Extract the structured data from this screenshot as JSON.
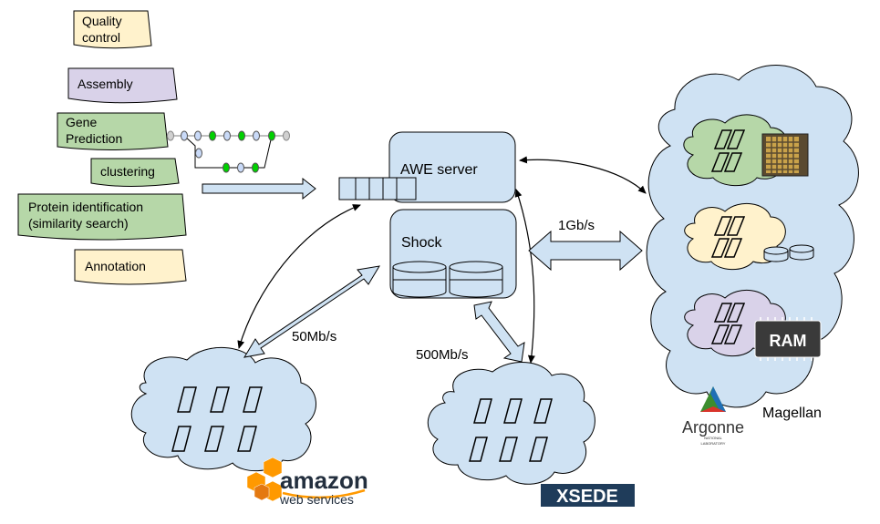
{
  "pipeline": {
    "steps": [
      {
        "lines": [
          "Quality",
          "control"
        ],
        "color": "#fff2cc"
      },
      {
        "lines": [
          "Assembly"
        ],
        "color": "#d9d2e9"
      },
      {
        "lines": [
          "Gene",
          "Prediction"
        ],
        "color": "#b6d7a8"
      },
      {
        "lines": [
          "clustering"
        ],
        "color": "#b6d7a8"
      },
      {
        "lines": [
          "Protein identification",
          "(similarity search)"
        ],
        "color": "#b6d7a8"
      },
      {
        "lines": [
          "Annotation"
        ],
        "color": "#fff2cc"
      }
    ]
  },
  "servers": {
    "awe": "AWE server",
    "shock": "Shock"
  },
  "links": {
    "magellan": "1Gb/s",
    "amazon": "50Mb/s",
    "xsede": "500Mb/s"
  },
  "resources": {
    "amazon_logo_top": "amazon",
    "amazon_logo_bottom": "web services",
    "xsede_logo": "XSEDE",
    "argonne_logo": "Argonne",
    "argonne_sub_1": "NATIONAL",
    "argonne_sub_2": "LABORATORY",
    "magellan": "Magellan",
    "ram_chip": "RAM"
  },
  "colors": {
    "cloud": "#cfe2f3",
    "server_box": "#cfe2f3",
    "stroke": "#000000",
    "green_node": "#00d000",
    "node": "#c9daf8",
    "amazon_orange": "#ff9900",
    "xsede_bg": "#1f3c5a"
  }
}
